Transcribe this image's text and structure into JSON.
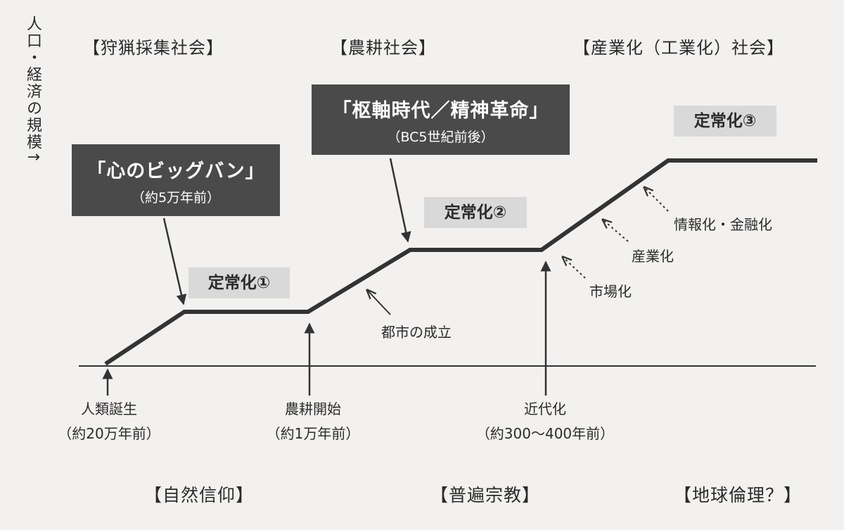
{
  "y_axis_label": "人口・経済の規模↑",
  "eras": [
    "【狩猟採集社会】",
    "【農耕社会】",
    "【産業化（工業化）社会】"
  ],
  "religions": [
    "【自然信仰】",
    "【普遍宗教】",
    "【地球倫理？】"
  ],
  "big_bang": {
    "title": "「心のビッグバン」",
    "sub": "（約5万年前）"
  },
  "axial_age": {
    "title": "「枢軸時代／精神革命」",
    "sub": "（BC5世紀前後）"
  },
  "steady_states": [
    "定常化①",
    "定常化②",
    "定常化③"
  ],
  "events": [
    {
      "line1": "人類誕生",
      "line2": "（約20万年前）"
    },
    {
      "line1": "農耕開始",
      "line2": "（約1万年前）"
    },
    {
      "line1": "近代化",
      "line2": "（約300～400年前）"
    }
  ],
  "annotations": {
    "city": "都市の成立",
    "market": "市場化",
    "industry": "産業化",
    "info_finance": "情報化・金融化"
  },
  "colors": {
    "background": "#f2f1ef",
    "line": "#333333",
    "dark_box": "#4a4a4a",
    "gray_box": "#d9d9d9"
  }
}
